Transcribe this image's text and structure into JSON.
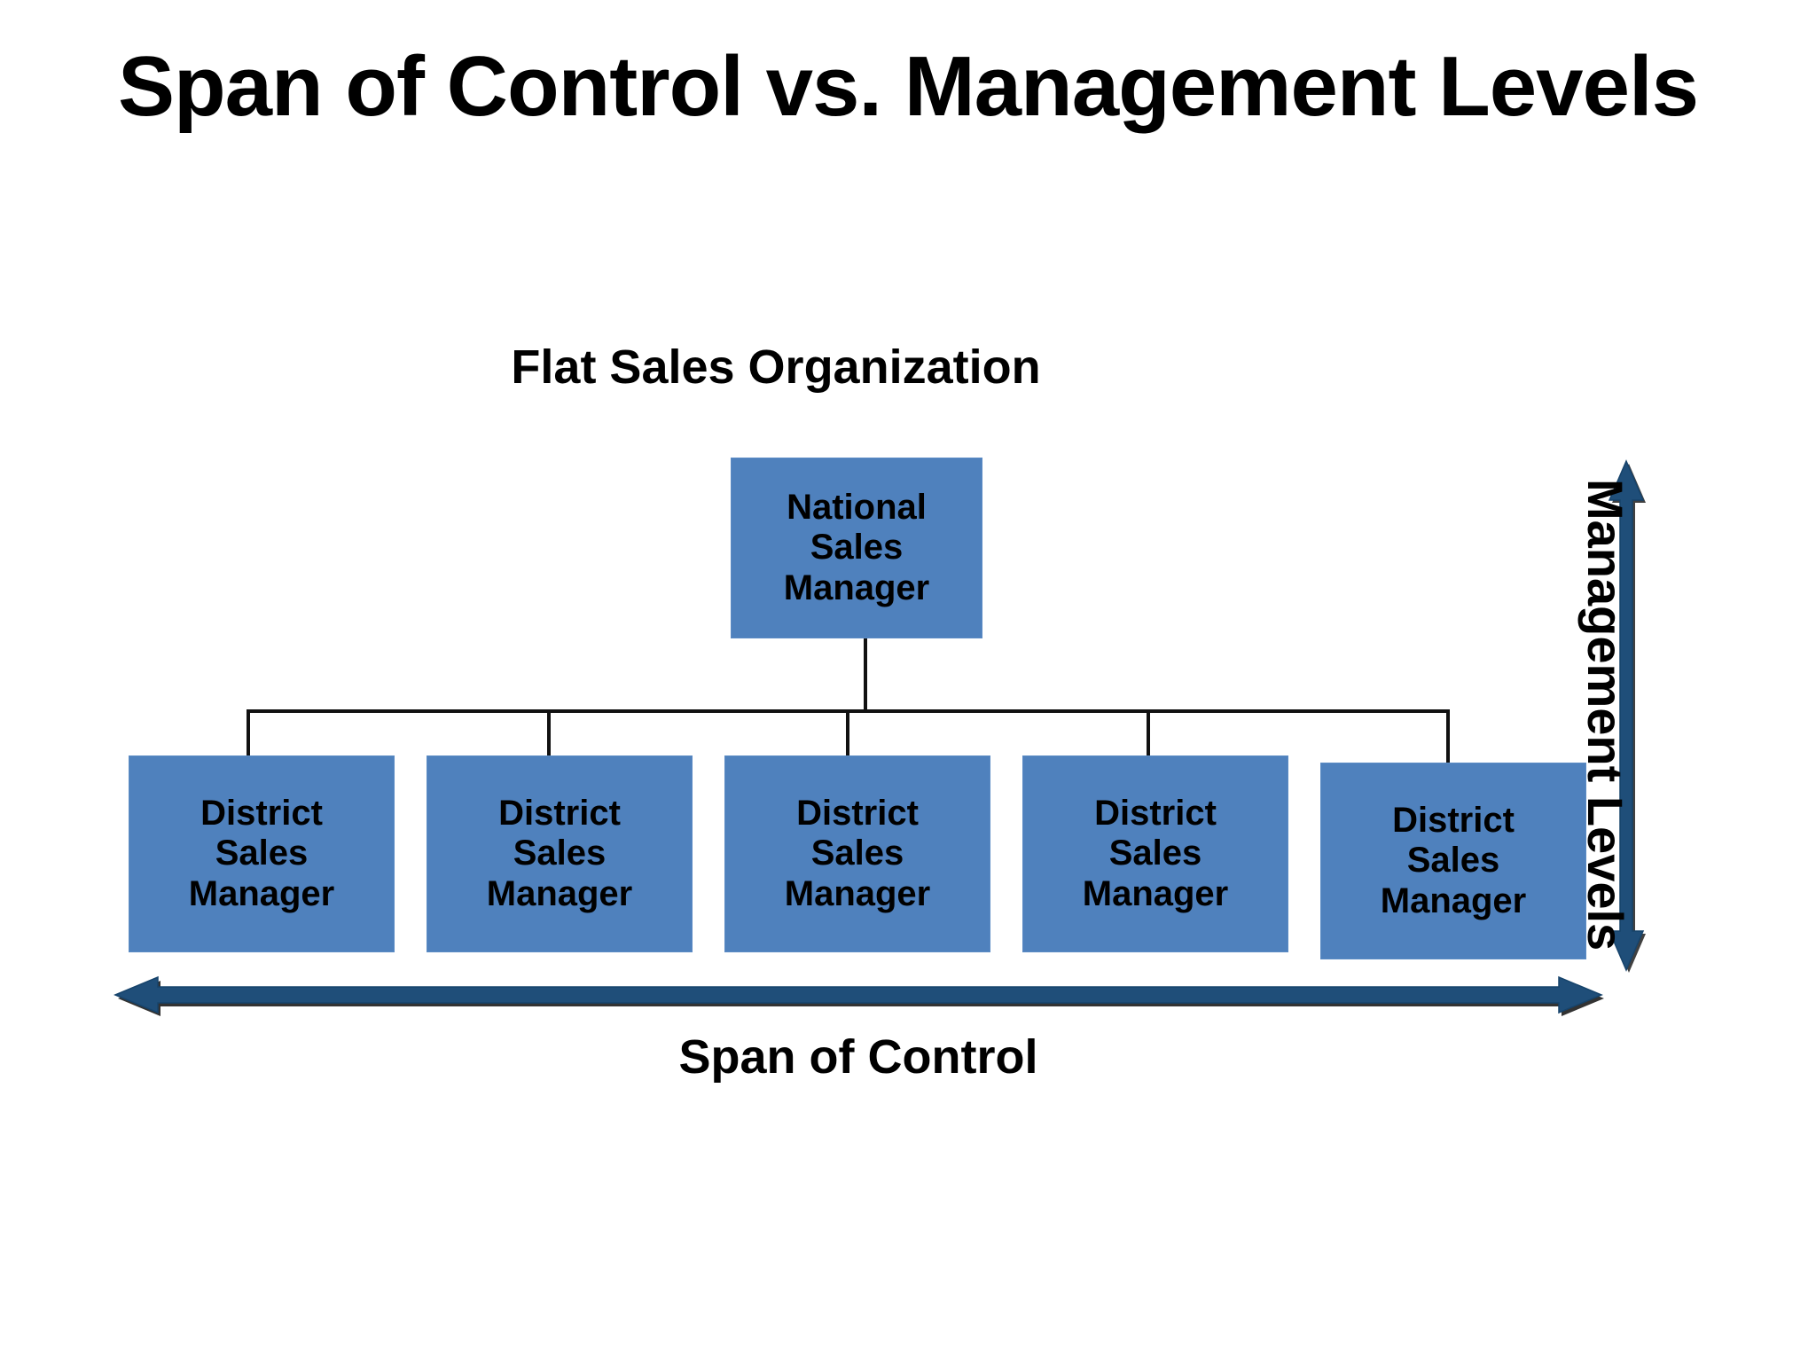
{
  "slide": {
    "title": "Span of Control vs. Management Levels",
    "background_color": "#FFFFFF"
  },
  "chart": {
    "subtitle": "Flat Sales Organization",
    "type": "org-chart",
    "box_fill_color": "#4F81BD",
    "box_text_color": "#000000",
    "connector_color": "#111111",
    "arrow_color": "#1F4E79"
  },
  "org": {
    "root": {
      "label": "National Sales Manager",
      "lines": [
        "National",
        "Sales",
        "Manager"
      ]
    },
    "children": [
      {
        "label": "District Sales Manager",
        "lines": [
          "District",
          "Sales",
          "Manager"
        ]
      },
      {
        "label": "District Sales Manager",
        "lines": [
          "District",
          "Sales",
          "Manager"
        ]
      },
      {
        "label": "District Sales Manager",
        "lines": [
          "District",
          "Sales",
          "Manager"
        ]
      },
      {
        "label": "District Sales Manager",
        "lines": [
          "District",
          "Sales",
          "Manager"
        ]
      },
      {
        "label": "District Sales Manager",
        "lines": [
          "District",
          "Sales",
          "Manager"
        ]
      }
    ],
    "child_count": 5,
    "management_levels": 2
  },
  "axes": {
    "vertical": {
      "label": "Management Levels",
      "arrow": "double-headed-vertical",
      "color": "#1F4E79"
    },
    "horizontal": {
      "label": "Span of Control",
      "arrow": "double-headed-horizontal",
      "color": "#1F4E79"
    }
  },
  "chart_data": {
    "type": "diagram",
    "title": "Span of Control vs. Management Levels",
    "subtitle": "Flat Sales Organization",
    "nodes": [
      {
        "id": "nsm",
        "label": "National Sales Manager",
        "level": 1
      },
      {
        "id": "dsm1",
        "label": "District Sales Manager",
        "level": 2
      },
      {
        "id": "dsm2",
        "label": "District Sales Manager",
        "level": 2
      },
      {
        "id": "dsm3",
        "label": "District Sales Manager",
        "level": 2
      },
      {
        "id": "dsm4",
        "label": "District Sales Manager",
        "level": 2
      },
      {
        "id": "dsm5",
        "label": "District Sales Manager",
        "level": 2
      }
    ],
    "edges": [
      {
        "from": "nsm",
        "to": "dsm1"
      },
      {
        "from": "nsm",
        "to": "dsm2"
      },
      {
        "from": "nsm",
        "to": "dsm3"
      },
      {
        "from": "nsm",
        "to": "dsm4"
      },
      {
        "from": "nsm",
        "to": "dsm5"
      }
    ],
    "annotations": [
      {
        "text": "Management Levels",
        "orientation": "vertical",
        "position": "right"
      },
      {
        "text": "Span of Control",
        "orientation": "horizontal",
        "position": "bottom"
      }
    ],
    "span_of_control": 5,
    "management_levels": 2
  }
}
